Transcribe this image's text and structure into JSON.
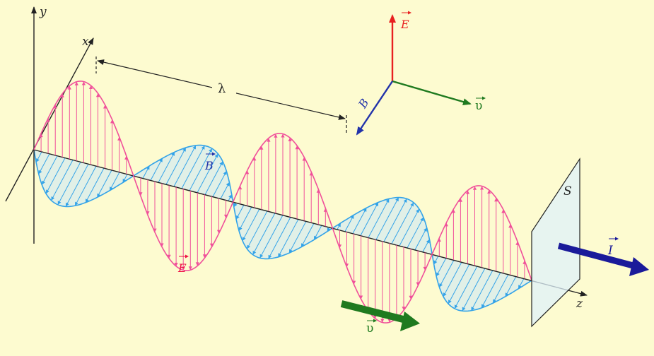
{
  "colors": {
    "background": "#fdfbd0",
    "axis": "#222222",
    "electric": "#f0509a",
    "electric_label": "#ee1144",
    "magnetic": "#33a3e8",
    "magnetic_label": "#2233aa",
    "magnetic_fill": "#cfe9f6",
    "velocity": "#1f7a1f",
    "intensity": "#1a1a9a",
    "plane_fill": "#dff2fb"
  },
  "axes": {
    "y_label": "y",
    "x_label": "x",
    "z_label": "z"
  },
  "wave": {
    "wavelength_symbol": "λ",
    "e_field_label": "E",
    "b_field_label": "B",
    "velocity_label": "υ",
    "cycles_shown": 2.5
  },
  "triad": {
    "e_label": "E",
    "b_label": "B",
    "v_label": "υ"
  },
  "plane": {
    "label": "S",
    "intensity_label": "I"
  }
}
